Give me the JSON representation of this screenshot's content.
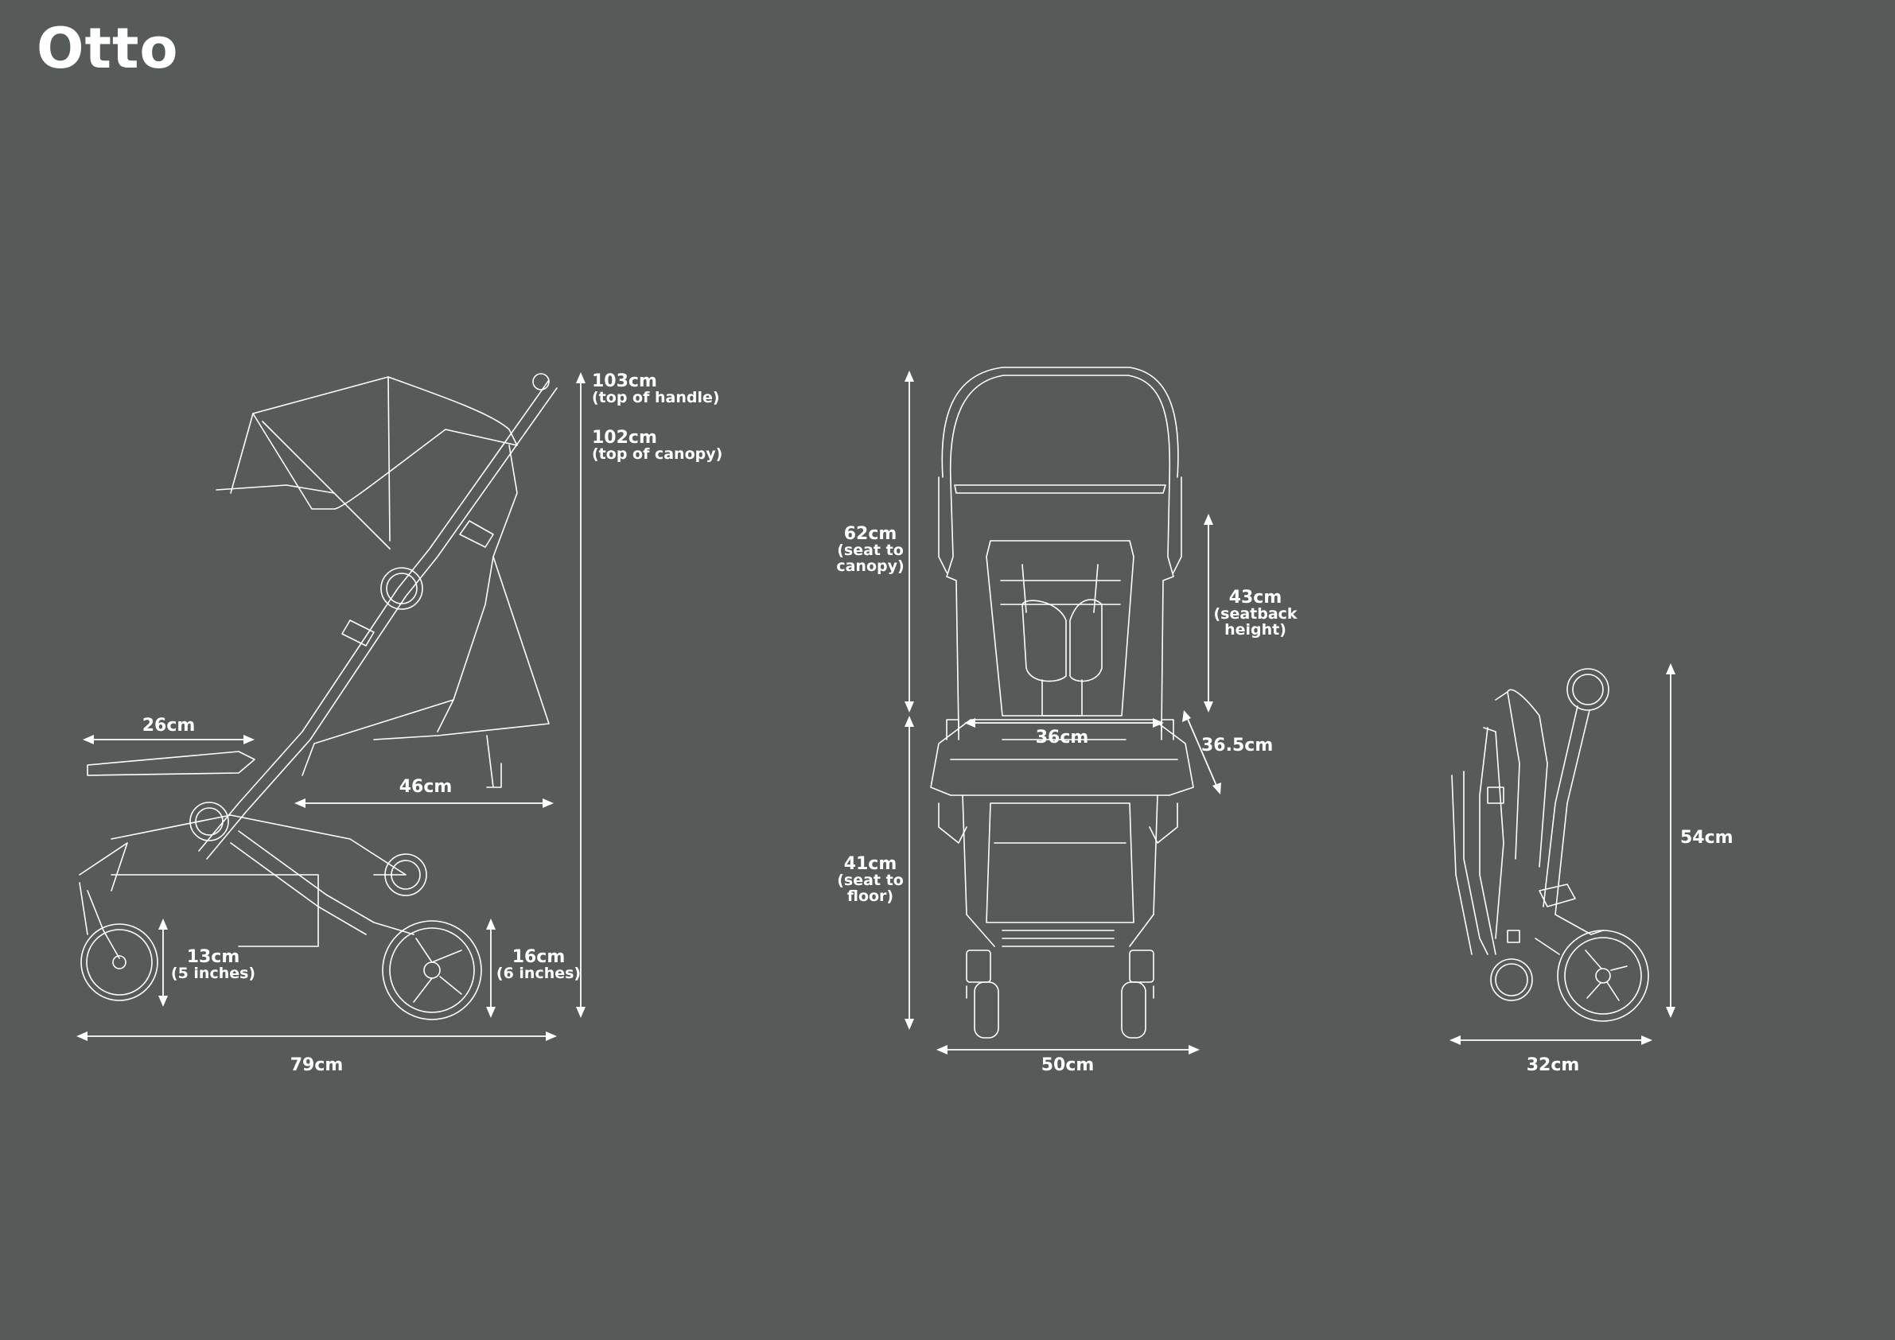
{
  "brand": {
    "name": "Otto"
  },
  "side_view": {
    "handle_height": {
      "value": "103cm",
      "note": "(top of handle)"
    },
    "canopy_height": {
      "value": "102cm",
      "note": "(top of canopy)"
    },
    "footrest_length": {
      "value": "26cm"
    },
    "seat_depth": {
      "value": "46cm"
    },
    "front_wheel": {
      "value": "13cm",
      "note": "(5 inches)"
    },
    "rear_wheel": {
      "value": "16cm",
      "note": "(6 inches)"
    },
    "length": {
      "value": "79cm"
    }
  },
  "front_view": {
    "seat_to_canopy": {
      "value": "62cm",
      "note1": "(seat to",
      "note2": "canopy)"
    },
    "seatback_height": {
      "value": "43cm",
      "note1": "(seatback",
      "note2": "height)"
    },
    "seat_width": {
      "value": "36cm"
    },
    "seat_depth_front": {
      "value": "36.5cm"
    },
    "seat_to_floor": {
      "value": "41cm",
      "note1": "(seat to",
      "note2": "floor)"
    },
    "width": {
      "value": "50cm"
    }
  },
  "folded_view": {
    "height": {
      "value": "54cm"
    },
    "depth": {
      "value": "32cm"
    }
  }
}
